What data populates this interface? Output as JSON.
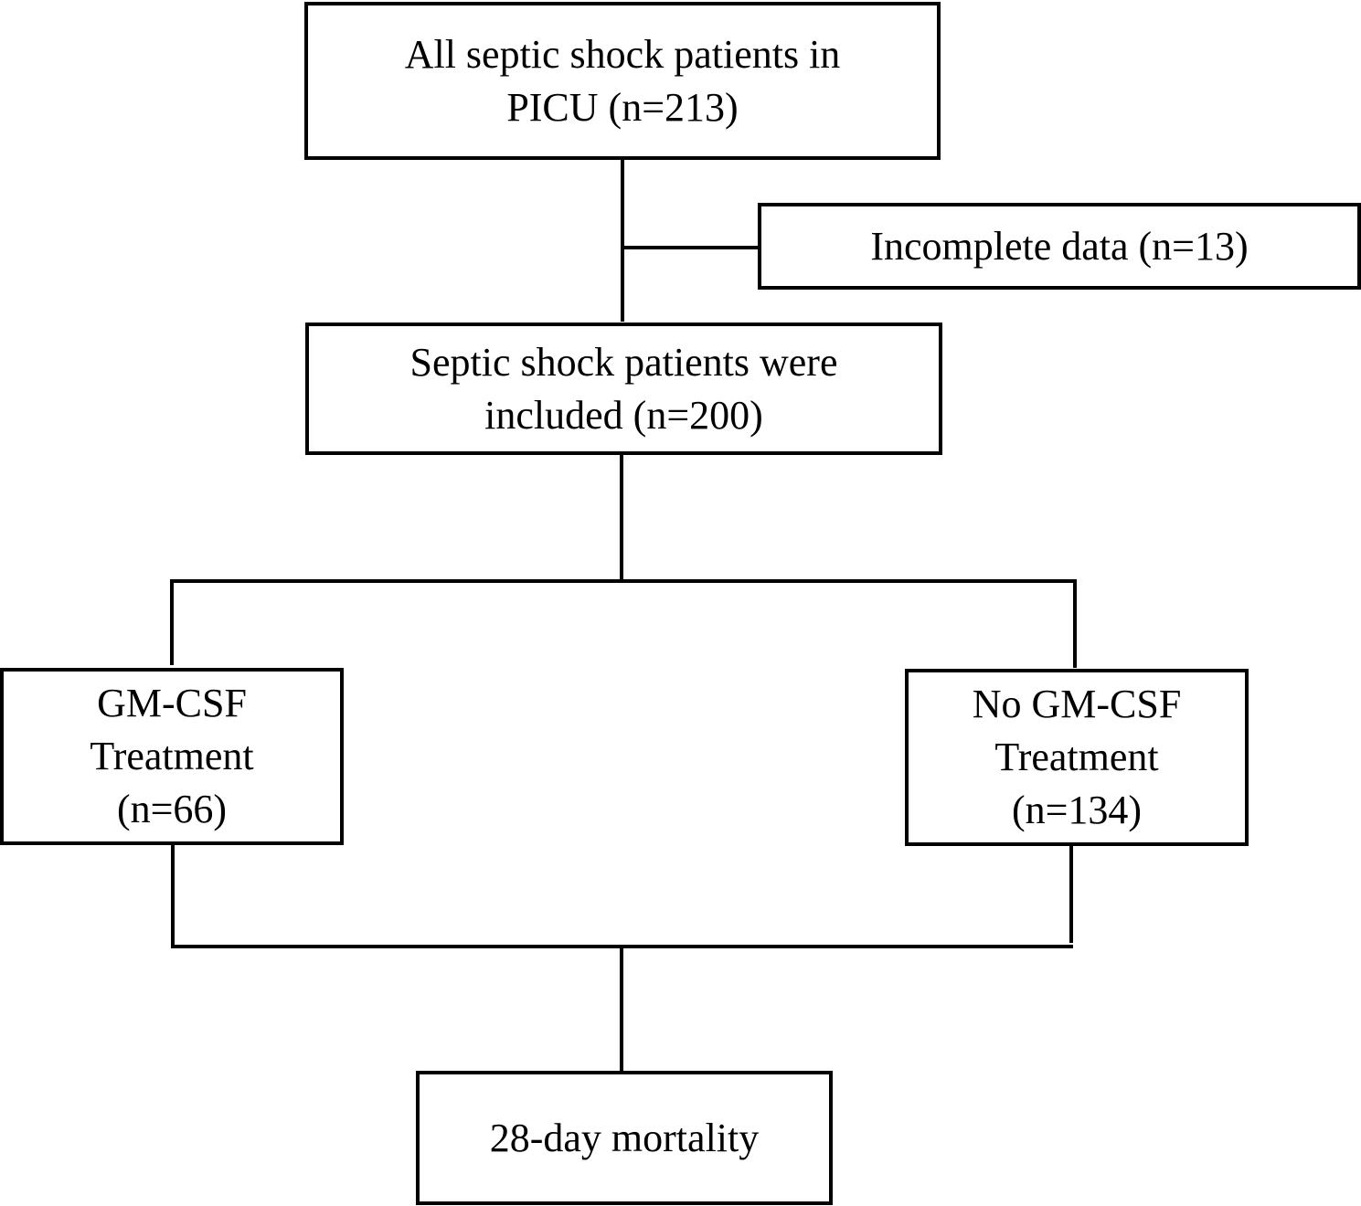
{
  "flowchart": {
    "all_patients": [
      "All septic shock patients in",
      "PICU (n=213)"
    ],
    "incomplete": [
      "Incomplete data (n=13)"
    ],
    "included": [
      "Septic shock patients were",
      "included (n=200)"
    ],
    "gmcsf": [
      "GM-CSF",
      "Treatment",
      "(n=66)"
    ],
    "no_gmcsf": [
      "No GM-CSF",
      "Treatment",
      "(n=134)"
    ],
    "outcome": [
      "28-day mortality"
    ]
  }
}
